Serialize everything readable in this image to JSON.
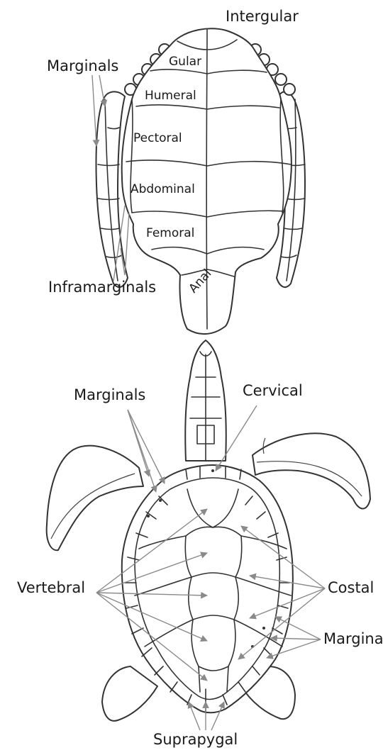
{
  "plastron": {
    "labels": {
      "intergular": "Intergular",
      "marginals": "Marginals",
      "gular": "Gular",
      "humeral": "Humeral",
      "pectoral": "Pectoral",
      "abdominal": "Abdominal",
      "femoral": "Femoral",
      "anal": "Anal",
      "inframarginals": "Inframarginals"
    }
  },
  "carapace": {
    "labels": {
      "marginals": "Marginals",
      "cervical": "Cervical",
      "vertebral": "Vertebral",
      "costal": "Costal",
      "margina": "Margina",
      "suprapygal": "Suprapygal"
    }
  },
  "colors": {
    "line": "#333333",
    "pointer": "#8a8a8a",
    "background": "#ffffff"
  }
}
